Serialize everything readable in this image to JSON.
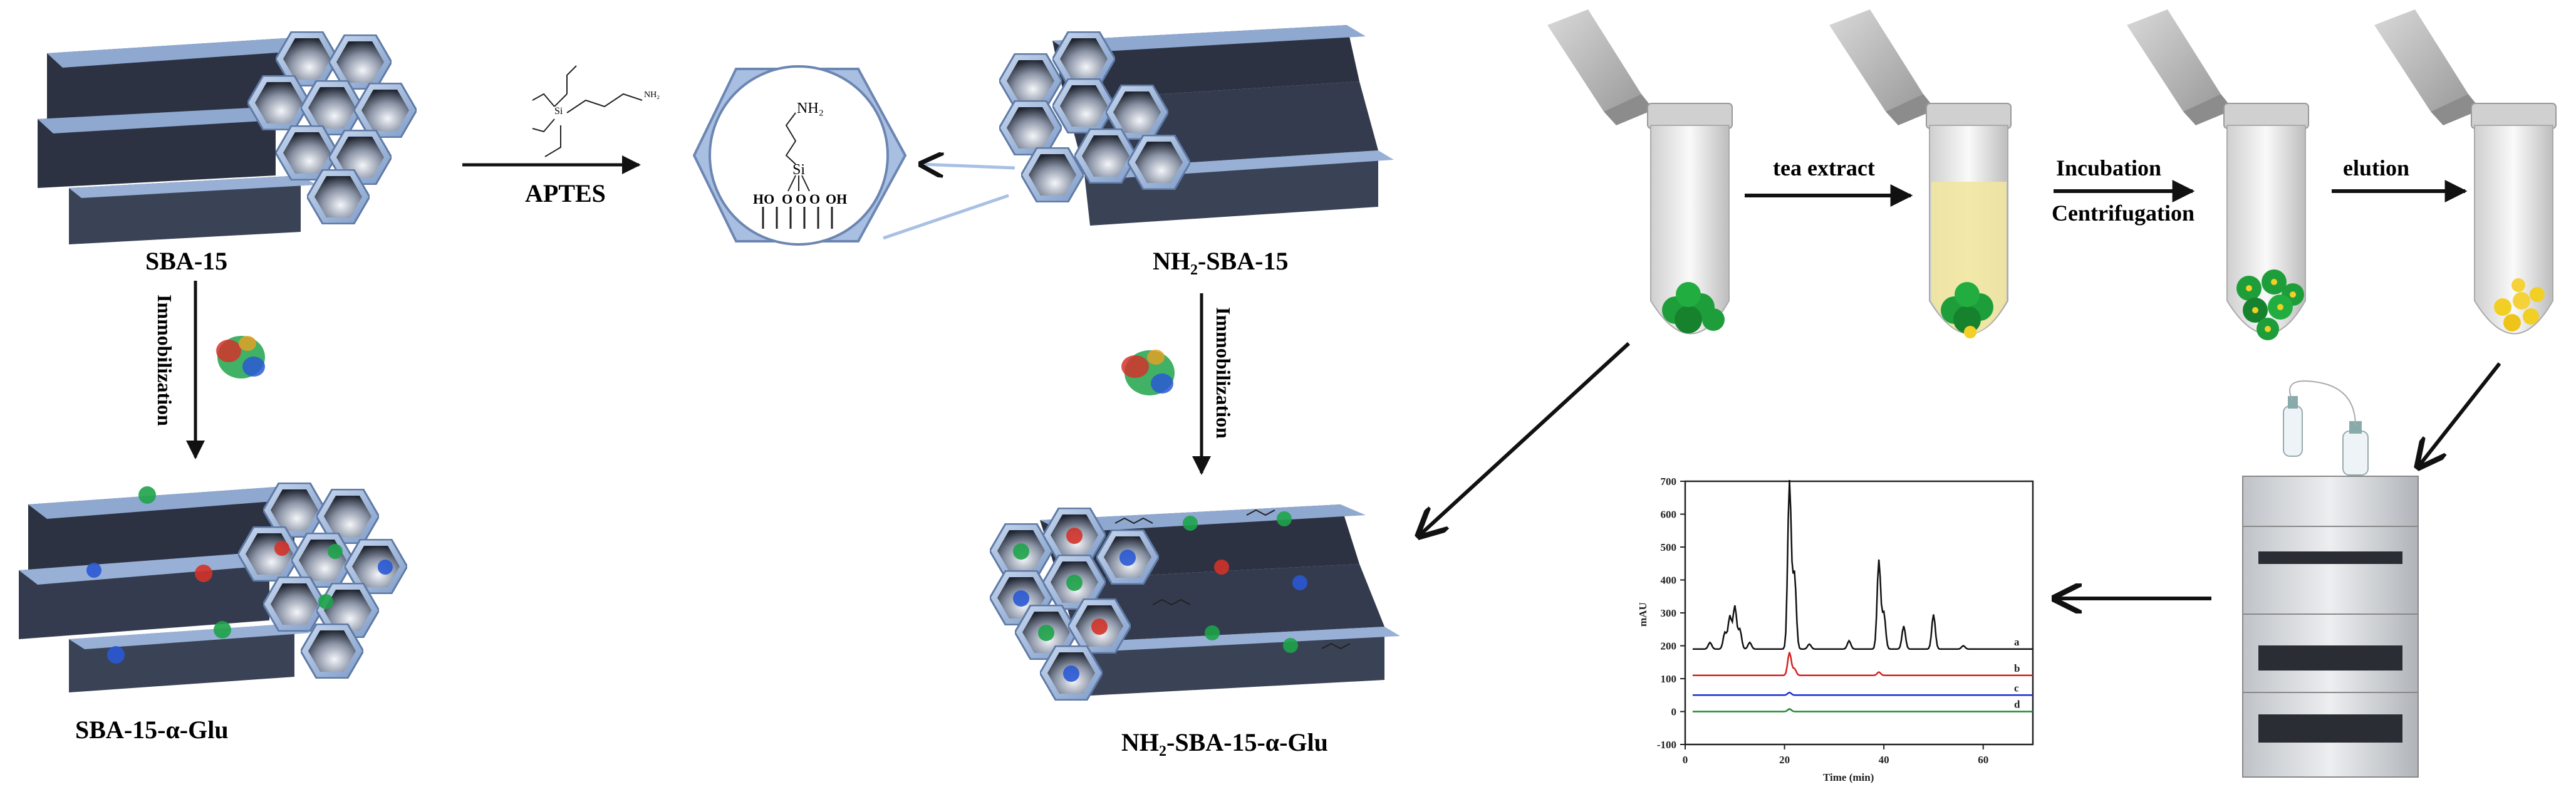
{
  "labels": {
    "sba15": "SBA-15",
    "aptes": "APTES",
    "nh2_sba15": "NH₂-SBA-15",
    "immobilization_left": "Immobilization",
    "immobilization_right": "Immobilization",
    "sba15_glu": "SBA-15-α-Glu",
    "nh2_sba15_glu": "NH₂-SBA-15-α-Glu",
    "tea_extract": "tea extract",
    "incubation": "Incubation",
    "centrifugation": "Centrifugation",
    "elution": "elution"
  },
  "molecule": {
    "nh2": "NH₂",
    "si": "Si",
    "o": "O",
    "ho": "HO",
    "oh": "OH"
  },
  "colors": {
    "pore_face": "#a9bfe0",
    "pore_dark": "#2b3140",
    "tube_green": "#1e9e3a",
    "eluate_yellow": "#f2cf24",
    "trace_a": "#111111",
    "trace_b": "#d62020",
    "trace_c": "#1a2fd6",
    "trace_d": "#1e8a2e"
  },
  "chart_data": {
    "type": "line",
    "xlabel": "Time (min)",
    "ylabel": "mAU",
    "xlim": [
      0,
      70
    ],
    "ylim": [
      -100,
      700
    ],
    "x_ticks": [
      0,
      20,
      40,
      60
    ],
    "y_ticks": [
      -100,
      0,
      100,
      200,
      300,
      400,
      500,
      600,
      700
    ],
    "series": [
      {
        "name": "a",
        "baseline": 190,
        "peaks": [
          [
            5,
            210
          ],
          [
            8,
            240
          ],
          [
            9,
            290
          ],
          [
            10,
            320
          ],
          [
            11,
            250
          ],
          [
            13,
            210
          ],
          [
            21,
            700
          ],
          [
            22,
            420
          ],
          [
            25,
            205
          ],
          [
            33,
            215
          ],
          [
            39,
            460
          ],
          [
            40,
            300
          ],
          [
            44,
            260
          ],
          [
            50,
            295
          ],
          [
            56,
            200
          ]
        ]
      },
      {
        "name": "b",
        "baseline": 110,
        "peaks": [
          [
            21,
            180
          ],
          [
            22,
            130
          ],
          [
            39,
            120
          ]
        ]
      },
      {
        "name": "c",
        "baseline": 50,
        "peaks": [
          [
            21,
            58
          ]
        ]
      },
      {
        "name": "d",
        "baseline": 0,
        "peaks": [
          [
            21,
            8
          ]
        ]
      }
    ]
  }
}
